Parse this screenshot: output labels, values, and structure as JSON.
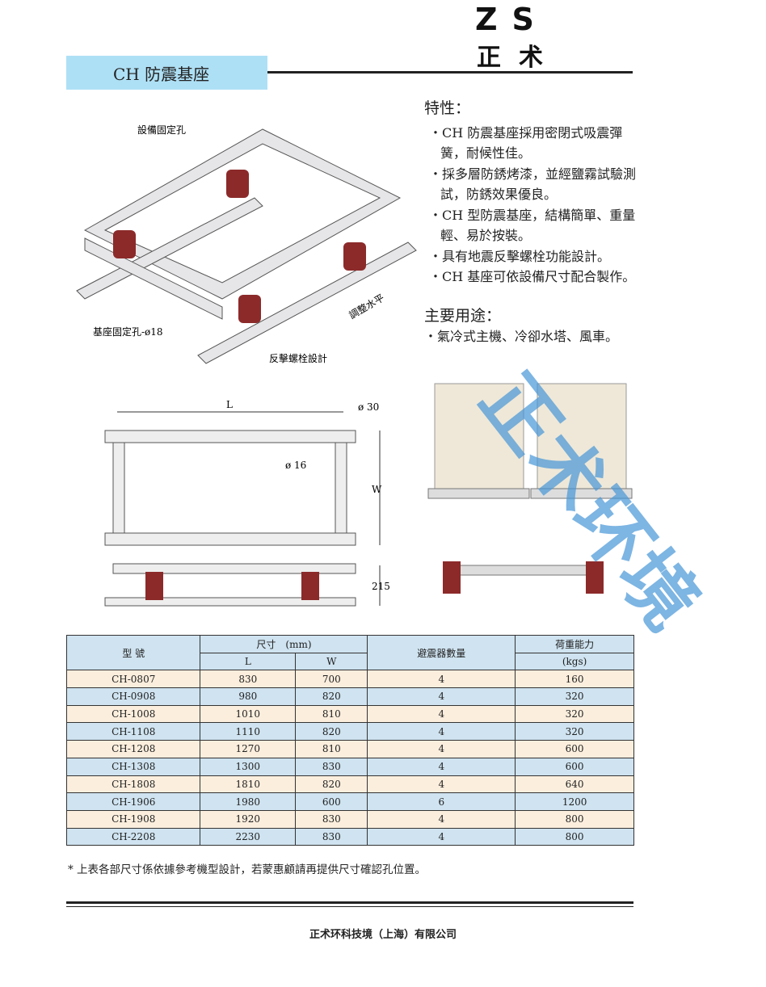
{
  "logo": {
    "letters": "ZS",
    "chinese": "正术"
  },
  "title": "CH 防震基座",
  "features": {
    "heading": "特性：",
    "items": [
      "CH 防震基座採用密閉式吸震彈簧，耐候性佳。",
      "採多層防銹烤漆，並經鹽霧試驗測試，防銹效果優良。",
      "CH 型防震基座，結構簡單、重量輕、易於按裝。",
      "具有地震反擊螺栓功能設計。",
      "CH 基座可依設備尺寸配合製作。"
    ]
  },
  "uses": {
    "heading": "主要用途：",
    "items": [
      "氣冷式主機、冷卻水塔、風車。"
    ]
  },
  "drawing_labels": {
    "equip_hole": "設備固定孔",
    "base_hole": "基座固定孔-ø18",
    "bolt": "反擊螺栓設計",
    "level": "調整水平",
    "L": "L",
    "W": "W",
    "d30": "ø 30",
    "d16": "ø 16",
    "h215": "215"
  },
  "watermark": "正术环境",
  "table": {
    "headers": {
      "model": "型 號",
      "size": "尺寸　(mm)",
      "L": "L",
      "W": "W",
      "isolators": "避震器數量",
      "load": "荷重能力",
      "load_unit": "(kgs)"
    },
    "rows": [
      [
        "CH-0807",
        "830",
        "700",
        "4",
        "160"
      ],
      [
        "CH-0908",
        "980",
        "820",
        "4",
        "320"
      ],
      [
        "CH-1008",
        "1010",
        "810",
        "4",
        "320"
      ],
      [
        "CH-1108",
        "1110",
        "820",
        "4",
        "320"
      ],
      [
        "CH-1208",
        "1270",
        "810",
        "4",
        "600"
      ],
      [
        "CH-1308",
        "1300",
        "830",
        "4",
        "600"
      ],
      [
        "CH-1808",
        "1810",
        "820",
        "4",
        "640"
      ],
      [
        "CH-1906",
        "1980",
        "600",
        "6",
        "1200"
      ],
      [
        "CH-1908",
        "1920",
        "830",
        "4",
        "800"
      ],
      [
        "CH-2208",
        "2230",
        "830",
        "4",
        "800"
      ]
    ]
  },
  "note": "* 上表各部尺寸係依據參考機型設計，若蒙惠顧請再提供尺寸確認孔位置。",
  "footer": "正术环科技境（上海）有限公司"
}
